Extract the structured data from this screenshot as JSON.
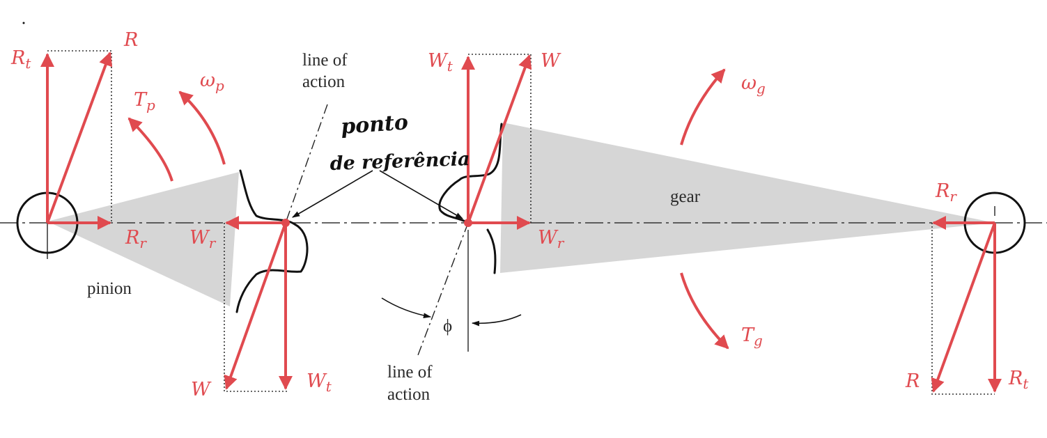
{
  "pinion": {
    "label": "pinion",
    "omega": "ω",
    "omega_sub": "p",
    "torque": "T",
    "torque_sub": "p",
    "R": "R",
    "Rt": "R",
    "Rt_sub": "t",
    "Rr": "R",
    "Rr_sub": "r",
    "Wr": "W",
    "Wr_sub": "r",
    "W": "W",
    "Wt": "W",
    "Wt_sub": "t"
  },
  "gear": {
    "label": "gear",
    "omega": "ω",
    "omega_sub": "g",
    "torque": "T",
    "torque_sub": "g",
    "W": "W",
    "Wt": "W",
    "Wt_sub": "t",
    "Wr": "W",
    "Wr_sub": "r",
    "Rr": "R",
    "Rr_sub": "r",
    "R": "R",
    "Rt": "R",
    "Rt_sub": "t"
  },
  "line_of_action_top": [
    "line of",
    "action"
  ],
  "line_of_action_bottom": [
    "line of",
    "action"
  ],
  "phi": "ϕ",
  "handwritten_note": [
    "ponto",
    "de referência"
  ],
  "colors": {
    "force": "#e04a4f",
    "gear_body": "#d6d6d6",
    "ink": "#111111"
  }
}
